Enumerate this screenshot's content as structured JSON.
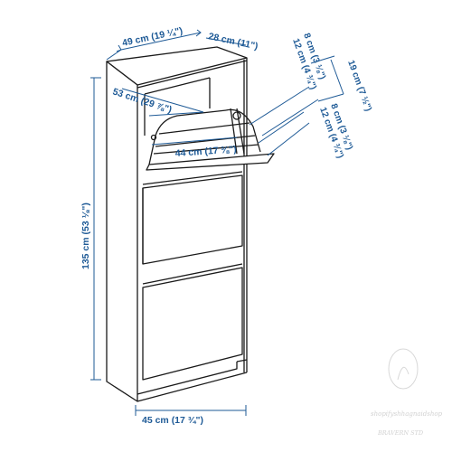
{
  "colors": {
    "line": "#1a1a1a",
    "dimension": "#1e5a96",
    "watermark": "#c9c9c9"
  },
  "dimensions": {
    "width_top": "49 cm (19 ¼\")",
    "depth_top": "28 cm (11\")",
    "height_total": "135 cm (53 ⅛\")",
    "width_bottom": "45 cm (17 ¾\")",
    "inner_depth": "53 cm (29 ⅞\")",
    "inner_width": "44 cm (17 ⅜\")",
    "upper_a": "8 cm (3 ⅛\")",
    "upper_b": "12 cm (4 ¾\")",
    "side_total": "19 cm (7 ½\")",
    "lower_a": "8 cm (3 ⅛\")",
    "lower_b": "12 cm (4 ¾\")"
  },
  "watermark": {
    "line1": "shopifyshhagnaidshop",
    "line2": "BRAVERN STD"
  }
}
